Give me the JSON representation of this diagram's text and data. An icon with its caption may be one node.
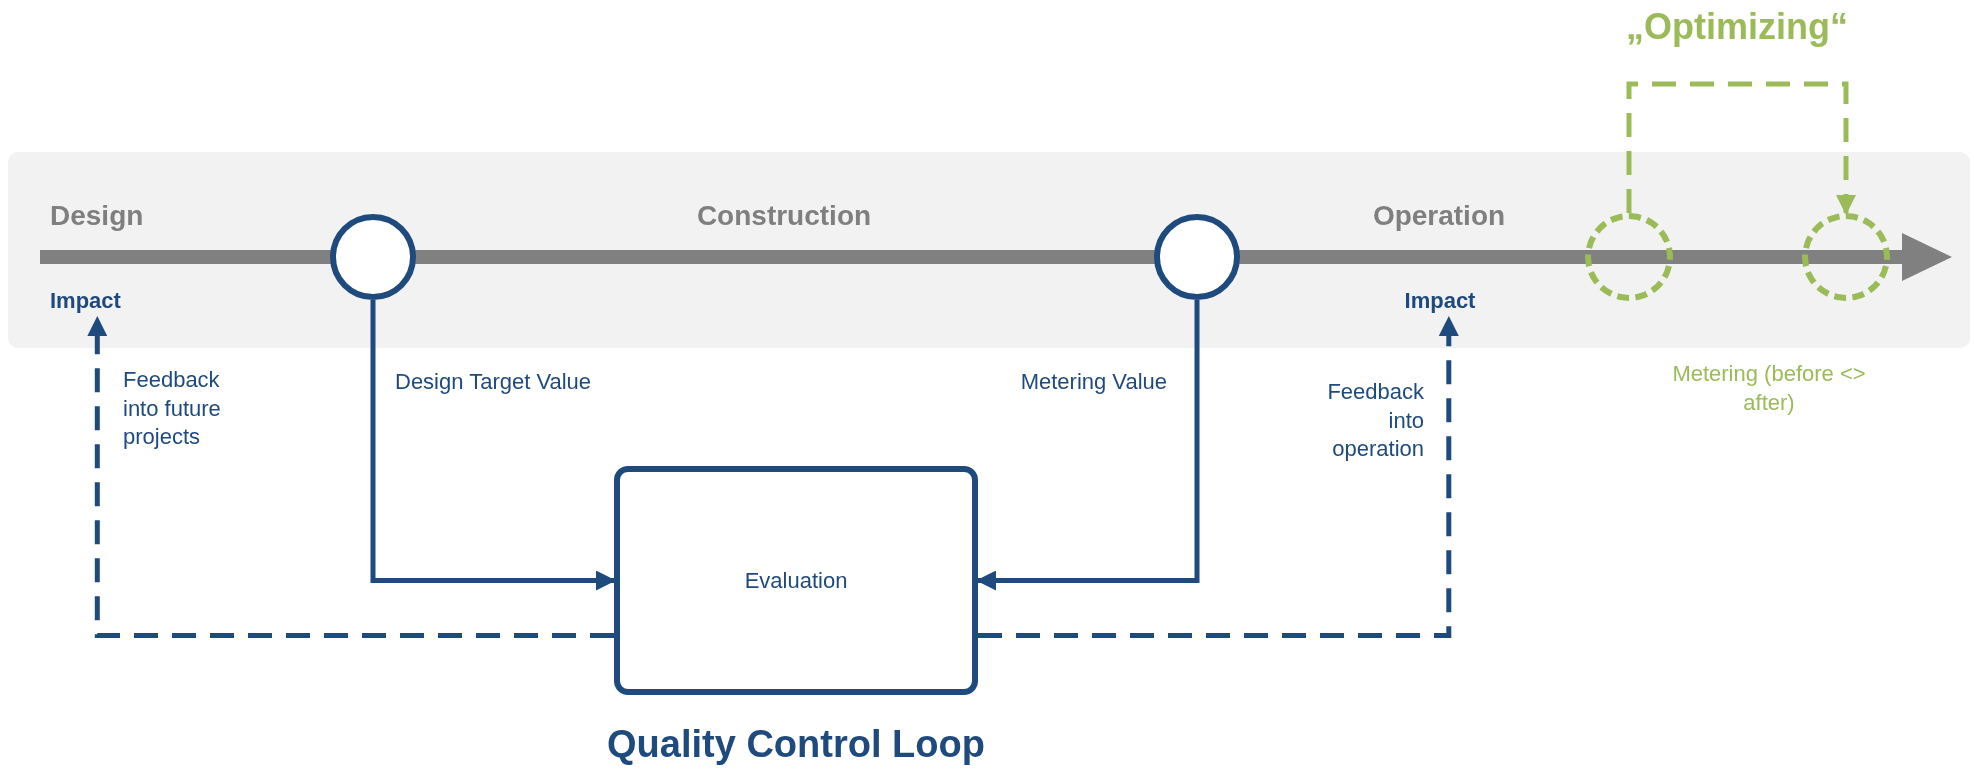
{
  "diagram": {
    "caption": "Quality Control Loop",
    "nodes": [
      {
        "text": [
          "Impact"
        ]
      },
      {
        "text": [],
        "shape": "circle"
      },
      {
        "text": [],
        "shape": "circle"
      },
      {
        "text": [
          "Impact"
        ]
      },
      {
        "text": [
          "Evaluation"
        ]
      },
      {
        "text": [],
        "shape": "circle"
      },
      {
        "text": [],
        "shape": "circle"
      }
    ],
    "edges": [
      {
        "from": 1,
        "to": 4,
        "arrow": "to",
        "label": "Design Target Value"
      },
      {
        "from": 2,
        "to": 4,
        "arrow": "to",
        "label": "Metering Value"
      },
      {
        "from": 4,
        "to": 0,
        "arrow": "to",
        "label": "Feedback into future projects",
        "style": "dashed"
      },
      {
        "from": 4,
        "to": 3,
        "arrow": "to",
        "label": "Feedback into operation",
        "style": "dashed"
      },
      {
        "from": 5,
        "to": 6,
        "arrow": "to",
        "label": "„Optimizing“",
        "style": "dashed",
        "color": "#9bbb59"
      }
    ],
    "labels": [
      "Design",
      "Construction",
      "Operation",
      "Metering (before <> after)"
    ]
  }
}
